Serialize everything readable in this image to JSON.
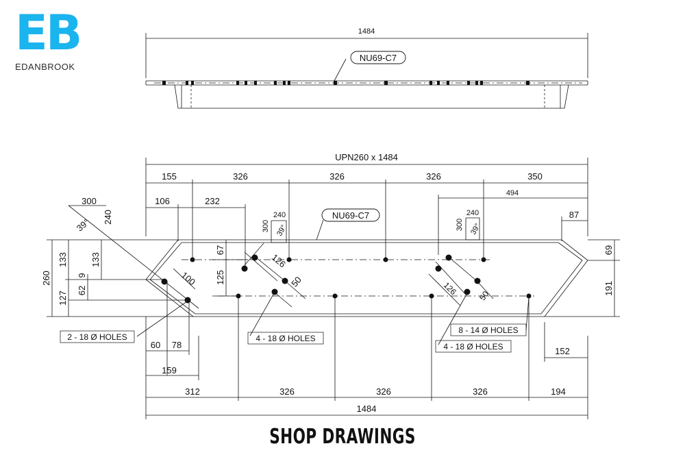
{
  "logo": {
    "letters": "EB",
    "brand": "EDANBROOK",
    "color": "#1ab4ee"
  },
  "footer": {
    "title": "SHOP DRAWINGS"
  },
  "elevation": {
    "overall": "1484",
    "tag": "NU69-C7"
  },
  "plan": {
    "title": "UPN260 x 1484",
    "tag": "NU69-C7",
    "top_dims": [
      "155",
      "326",
      "326",
      "326",
      "350"
    ],
    "sub_dims": {
      "a": "106",
      "b": "232",
      "c": "494",
      "d": "87"
    },
    "left_end": {
      "w": "300",
      "h": "240",
      "angle": "39°",
      "diag": "100"
    },
    "mid_detail": {
      "w": "300",
      "h": "240",
      "angle": "39°",
      "d1": "126",
      "d2": "50"
    },
    "right_detail": {
      "w": "300",
      "h": "240",
      "angle": "39°",
      "d1": "126",
      "d2": "50"
    },
    "vertical_dims": {
      "total": "260",
      "upper": "133",
      "lower": "127",
      "upper2": "133",
      "gap": "9",
      "offset": "62",
      "row_upper": "67",
      "row_spacing": "125"
    },
    "right_vertical": {
      "top": "69",
      "bottom": "191"
    },
    "bottom_left": {
      "a": "60",
      "b": "78",
      "c": "159"
    },
    "bottom_right": {
      "a": "152"
    },
    "bottom_dims": [
      "312",
      "326",
      "326",
      "326",
      "194"
    ],
    "overall": "1484",
    "callouts": {
      "left": "2 - 18 Ø HOLES",
      "mid": "4 - 18 Ø HOLES",
      "right_a": "8 - 14 Ø HOLES",
      "right_b": "4 - 18 Ø HOLES"
    }
  }
}
